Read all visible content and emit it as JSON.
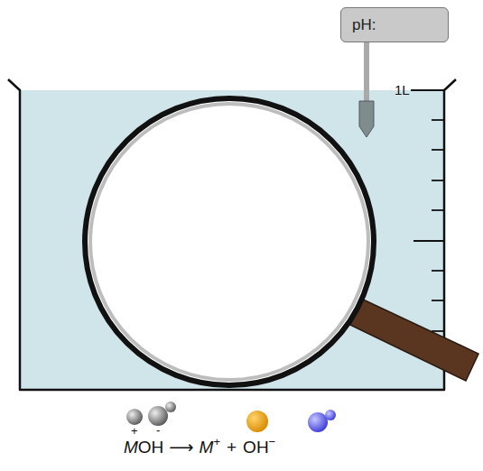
{
  "diagram": {
    "nodes": [
      {
        "text": [
          "pH:"
        ]
      }
    ],
    "labels": [
      "1L",
      "+",
      "-",
      "M",
      "OH",
      "⟶",
      "M",
      "+",
      "+",
      "OH",
      "−"
    ]
  }
}
